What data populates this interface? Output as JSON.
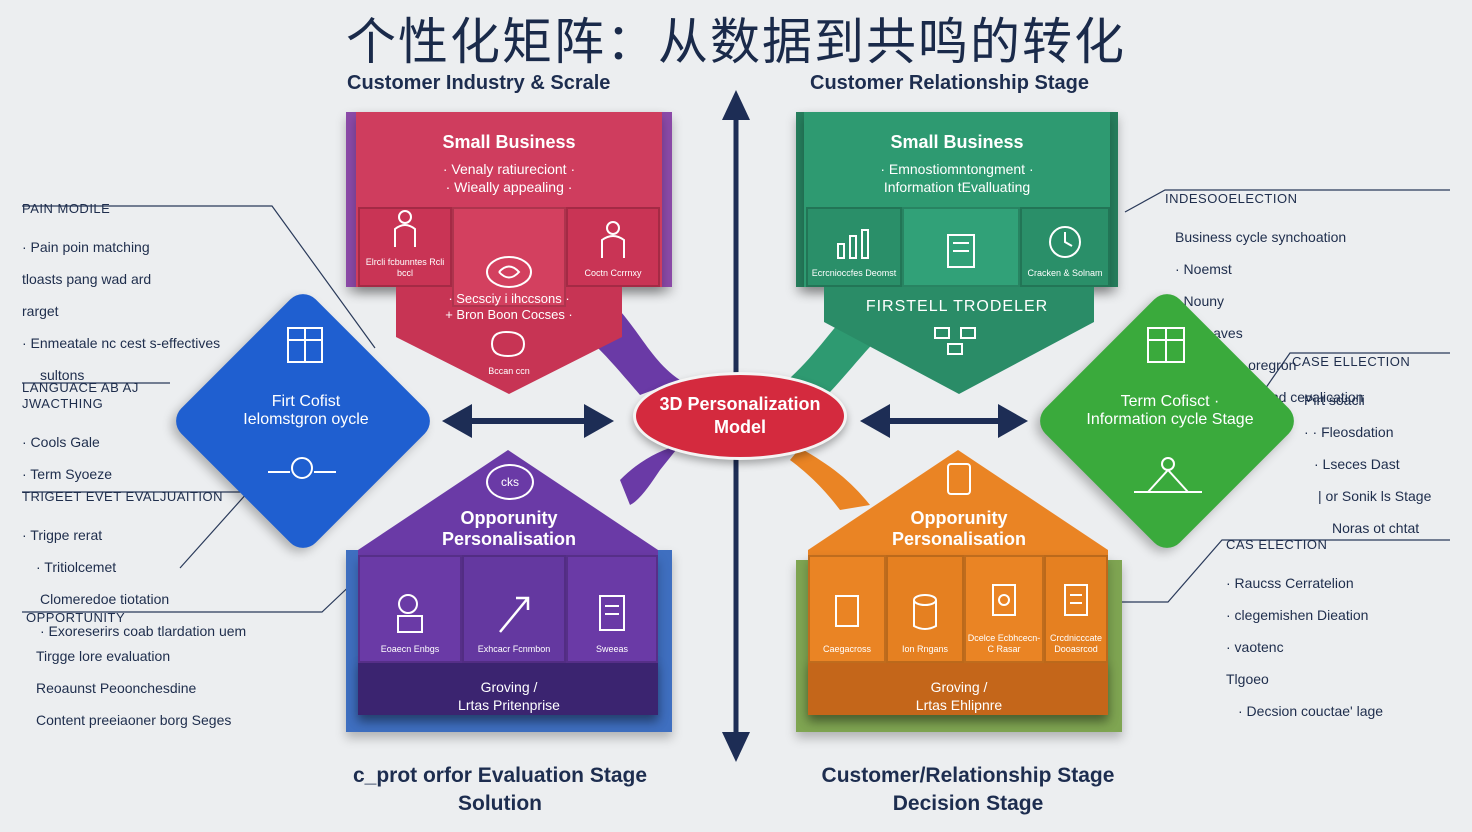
{
  "title": "个性化矩阵：从数据到共鸣的转化",
  "headers": {
    "top_left": "Customer Industry & Scrale",
    "top_right": "Customer Relationship Stage"
  },
  "center": {
    "line1": "3D Personalization",
    "line2": "Model"
  },
  "blocks": {
    "red": {
      "title": "Small Business",
      "sub1": "· Venaly ratiureciont ·",
      "sub2": "· Wieally appealing ·",
      "cell1": "Elrcli fcbunntes Rcli bccl",
      "cell3": "Coctn Ccrrnxy",
      "bottom1": "· Secsciy i ihccsons ·",
      "bottom2": "+ Bron Boon Cocses ·",
      "bottom3": "Bccan ccn",
      "color": "#cf3d5e"
    },
    "green": {
      "title": "Small Business",
      "sub1": "· Emnostiomntongment ·",
      "sub2": "Information tEvalluating",
      "cell1": "Ecrcnioccfes Deomst",
      "cell3": "Cracken & Solnam",
      "banner": "FIRSTELL TRODELER",
      "color": "#2e9a71"
    },
    "purple": {
      "title1": "Opporunity",
      "title2": "Personalisation",
      "logo": "cks",
      "cell1": "Eoaecn Enbgs",
      "cell2": "Exhcacr Fcnmbon",
      "cell3": "Sweeas",
      "bottom1": "Groving  /",
      "bottom2": "Lrtas Pritenprise",
      "color": "#6a3aa6"
    },
    "orange": {
      "title1": "Opporunity",
      "title2": "Personalisation",
      "cell1": "Caegacross",
      "cell2": "Ion Rngans",
      "cell3": "Dcelce Ecbhcecn-C Rasar",
      "cell4": "Crcdnicccate Dooasrcod",
      "bottom1": "Groving  /",
      "bottom2": "Lrtas Ehlipnre",
      "color": "#ea8424"
    }
  },
  "diamonds": {
    "blue": {
      "line1": "Firt Cofist",
      "line2": "Ielomstgron oycle",
      "color": "#1f5fd0"
    },
    "green": {
      "line1": "Term Cofisct ·",
      "line2": "Information cycle Stage",
      "color": "#3aaa3c"
    }
  },
  "notes": {
    "pain": {
      "head": "PAIN MODILE",
      "lines": [
        "· Pain poin matching",
        "tloasts pang wad ard",
        "rarget",
        "· Enmeatale nc cest s-effectives",
        "sultons"
      ]
    },
    "language": {
      "head": "LANGUACE AB AJ JWACTHING",
      "lines": [
        "· Cools Gale",
        "· Term Syoeze"
      ]
    },
    "trigger": {
      "head": "TRIGEET EVET EVALJUAITION",
      "lines": [
        "· Trigpe rerat",
        "· Tritiolcemet",
        "Clomeredoe tiotation",
        "· Exoreserirs coab tlardation uem"
      ]
    },
    "opportunity": {
      "head": "OPPORTUNITY",
      "lines": [
        "Tirgge lore evaluation",
        "Reoaunst Peoonchesdine",
        "Content preeiaoner borg Seges"
      ]
    },
    "indes": {
      "head": "INDESOOELECTION",
      "lines": [
        "Business cycle synchoation",
        "· Noemst",
        "· Nouny",
        "· ioGeaves",
        "· Beta Cais oregron",
        "· Creolontion and cevalication"
      ]
    },
    "case1": {
      "head": "CASE ELLECTION",
      "lines": [
        "Pirt soacli",
        "· · Fleosdation",
        "· Lseces Dast",
        "| or Sonik ls Stage",
        "Noras ot chtat"
      ]
    },
    "case2": {
      "head": "CAS ELECTION",
      "lines": [
        "· Raucss Cerratelion",
        "· clegemishen Dieation",
        "· vaotenc",
        "Tlgoeo",
        "· Decsion couctae' lage"
      ]
    }
  },
  "footer": {
    "left1": "c_prot orfor Evaluation Stage",
    "left2": "Solution",
    "right1": "Customer/Relationship Stage",
    "right2": "Decision Stage"
  }
}
